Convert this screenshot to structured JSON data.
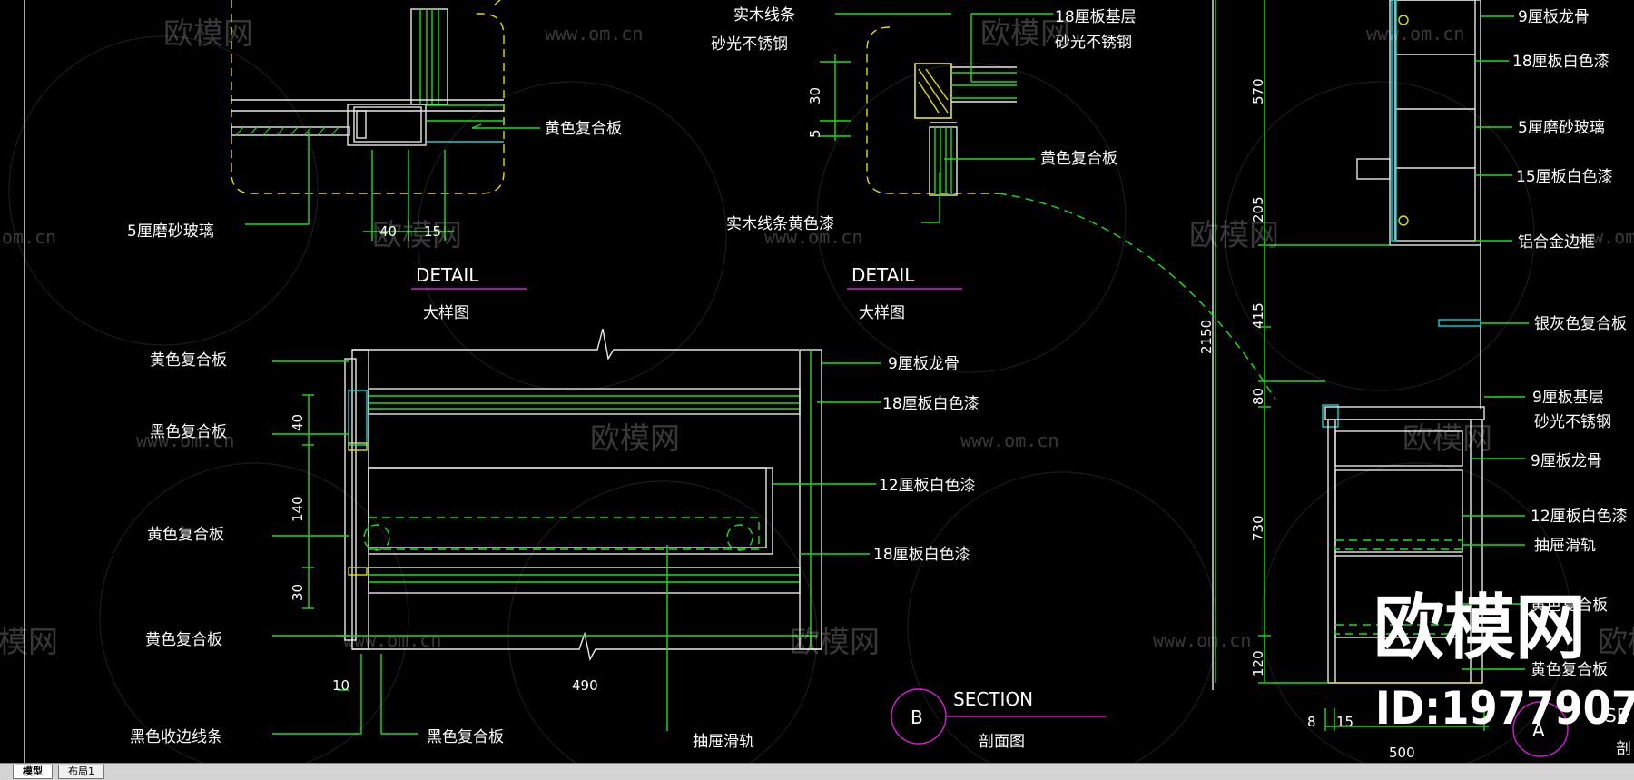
{
  "details": [
    {
      "title": "DETAIL",
      "subtitle": "大样图"
    },
    {
      "title": "DETAIL",
      "subtitle": "大样图"
    }
  ],
  "sections": [
    {
      "marker": "B",
      "title": "SECTION",
      "subtitle": "剖面图"
    },
    {
      "marker": "A",
      "title": "SE",
      "subtitle": "剖"
    }
  ],
  "labels": {
    "d1_yellow": "黄色复合板",
    "d1_glass": "5厘磨砂玻璃",
    "d2_solid": "实木线条",
    "d2_steel": "砂光不锈钢",
    "d2_base": "18厘板基层",
    "d2_steel2": "砂光不锈钢",
    "d2_yellow": "黄色复合板",
    "d2_solid_yellow": "实木线条黄色漆",
    "b_yellow1": "黄色复合板",
    "b_black1": "黑色复合板",
    "b_yellow2": "黄色复合板",
    "b_yellow3": "黄色复合板",
    "b_black_edge": "黑色收边线条",
    "b_black2": "黑色复合板",
    "b_slide": "抽屉滑轨",
    "b_9keel": "9厘板龙骨",
    "b_18white1": "18厘板白色漆",
    "b_12white": "12厘板白色漆",
    "b_18white2": "18厘板白色漆",
    "a_9keel": "9厘板龙骨",
    "a_18white": "18厘板白色漆",
    "a_glass": "5厘磨砂玻璃",
    "a_15white": "15厘板白色漆",
    "a_alu": "铝合金边框",
    "a_silver": "银灰色复合板",
    "a_9base": "9厘板基层",
    "a_steel": "砂光不锈钢",
    "a_9keel2": "9厘板龙骨",
    "a_12white": "12厘板白色漆",
    "a_slide": "抽屉滑轨",
    "a_yellow": "黄色复合板",
    "a_yellow2": "黄色复合板"
  },
  "dimensions": {
    "d1_40": "40",
    "d1_15": "15",
    "d2_30": "30",
    "d2_5": "5",
    "b_40": "40",
    "b_140": "140",
    "b_30": "30",
    "b_10": "10",
    "b_490": "490",
    "a_570": "570",
    "a_205": "205",
    "a_415": "415",
    "a_2150": "2150",
    "a_80": "80",
    "a_730": "730",
    "a_120": "120",
    "a_8": "8",
    "a_15": "15",
    "a_500": "500"
  },
  "watermark": {
    "cn": "欧模网",
    "url": "www.om.cn",
    "url_cut_left": "om.cn",
    "url_cut_right": "www.om.cn",
    "cut_left": "模网",
    "cut_left2": "欧模网"
  },
  "brand": {
    "name": "欧模网",
    "id": "ID:1977907"
  },
  "tabs": [
    {
      "label": "模型",
      "active": true
    },
    {
      "label": "布局1",
      "active": false
    }
  ],
  "colors": {
    "background": "#000000",
    "leader": "#18e018",
    "geometry": "#e8e8e8",
    "text": "#ffffff",
    "title_line": "#d81ad8"
  }
}
